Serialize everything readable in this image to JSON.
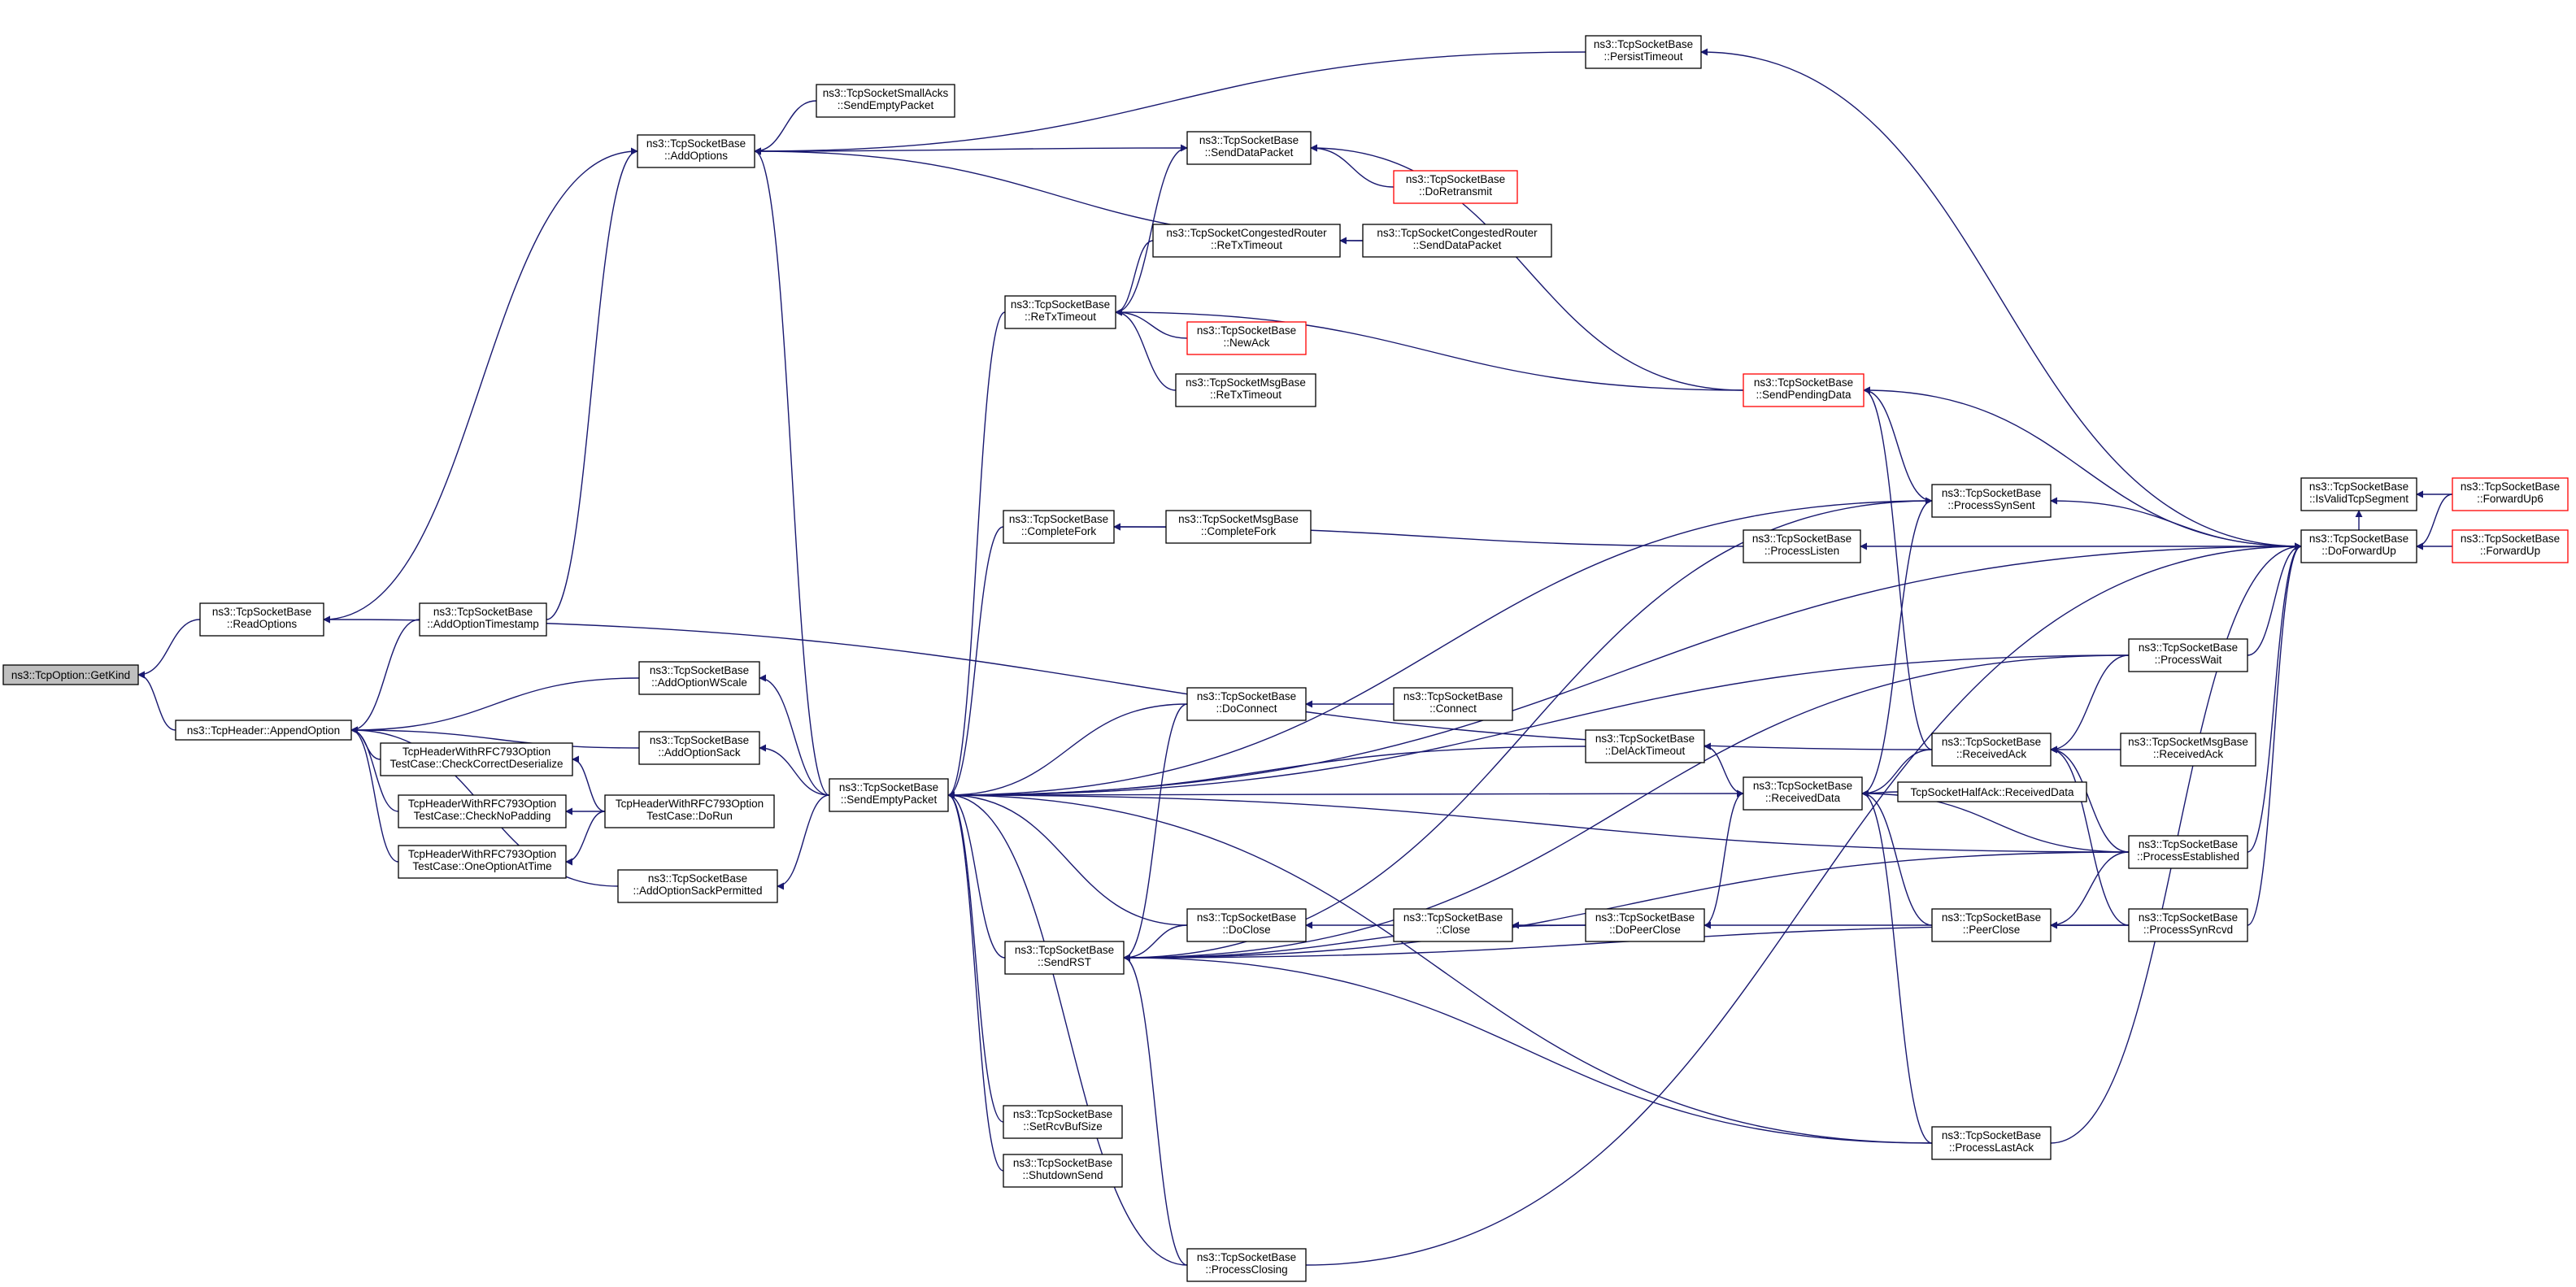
{
  "nodes": [
    {
      "id": "getkind",
      "lines": [
        "ns3::TcpOption::GetKind"
      ],
      "root": true
    },
    {
      "id": "readoptions",
      "lines": [
        "ns3::TcpSocketBase",
        "::ReadOptions"
      ]
    },
    {
      "id": "appendoption",
      "lines": [
        "ns3::TcpHeader::AppendOption"
      ]
    },
    {
      "id": "addoptions",
      "lines": [
        "ns3::TcpSocketBase",
        "::AddOptions"
      ]
    },
    {
      "id": "addopttimestamp",
      "lines": [
        "ns3::TcpSocketBase",
        "::AddOptionTimestamp"
      ]
    },
    {
      "id": "addoptwscale",
      "lines": [
        "ns3::TcpSocketBase",
        "::AddOptionWScale"
      ]
    },
    {
      "id": "addoptsack",
      "lines": [
        "ns3::TcpSocketBase",
        "::AddOptionSack"
      ]
    },
    {
      "id": "addoptsackperm",
      "lines": [
        "ns3::TcpSocketBase",
        "::AddOptionSackPermitted"
      ]
    },
    {
      "id": "checkcorrect",
      "lines": [
        "TcpHeaderWithRFC793Option",
        "TestCase::CheckCorrectDeserialize"
      ]
    },
    {
      "id": "checknopad",
      "lines": [
        "TcpHeaderWithRFC793Option",
        "TestCase::CheckNoPadding"
      ]
    },
    {
      "id": "oneoption",
      "lines": [
        "TcpHeaderWithRFC793Option",
        "TestCase::OneOptionAtTime"
      ]
    },
    {
      "id": "dorun",
      "lines": [
        "TcpHeaderWithRFC793Option",
        "TestCase::DoRun"
      ]
    },
    {
      "id": "smallacks",
      "lines": [
        "ns3::TcpSocketSmallAcks",
        "::SendEmptyPacket"
      ]
    },
    {
      "id": "sendemptypacket",
      "lines": [
        "ns3::TcpSocketBase",
        "::SendEmptyPacket"
      ]
    },
    {
      "id": "persisttimeout",
      "lines": [
        "ns3::TcpSocketBase",
        "::PersistTimeout"
      ]
    },
    {
      "id": "senddatapacket",
      "lines": [
        "ns3::TcpSocketBase",
        "::SendDataPacket"
      ]
    },
    {
      "id": "doretransmit",
      "lines": [
        "ns3::TcpSocketBase",
        "::DoRetransmit"
      ],
      "red": true
    },
    {
      "id": "congretx",
      "lines": [
        "ns3::TcpSocketCongestedRouter",
        "::ReTxTimeout"
      ]
    },
    {
      "id": "congsend",
      "lines": [
        "ns3::TcpSocketCongestedRouter",
        "::SendDataPacket"
      ]
    },
    {
      "id": "retxtimeout",
      "lines": [
        "ns3::TcpSocketBase",
        "::ReTxTimeout"
      ]
    },
    {
      "id": "newack",
      "lines": [
        "ns3::TcpSocketBase",
        "::NewAck"
      ],
      "red": true
    },
    {
      "id": "msgretx",
      "lines": [
        "ns3::TcpSocketMsgBase",
        "::ReTxTimeout"
      ]
    },
    {
      "id": "sendpending",
      "lines": [
        "ns3::TcpSocketBase",
        "::SendPendingData"
      ],
      "red": true
    },
    {
      "id": "completefork",
      "lines": [
        "ns3::TcpSocketBase",
        "::CompleteFork"
      ]
    },
    {
      "id": "msgcompletefork",
      "lines": [
        "ns3::TcpSocketMsgBase",
        "::CompleteFork"
      ]
    },
    {
      "id": "processsynsent",
      "lines": [
        "ns3::TcpSocketBase",
        "::ProcessSynSent"
      ]
    },
    {
      "id": "processlisten",
      "lines": [
        "ns3::TcpSocketBase",
        "::ProcessListen"
      ]
    },
    {
      "id": "isvalid",
      "lines": [
        "ns3::TcpSocketBase",
        "::IsValidTcpSegment"
      ]
    },
    {
      "id": "doforwardup",
      "lines": [
        "ns3::TcpSocketBase",
        "::DoForwardUp"
      ]
    },
    {
      "id": "forwardup6",
      "lines": [
        "ns3::TcpSocketBase",
        "::ForwardUp6"
      ],
      "red": true
    },
    {
      "id": "forwardup",
      "lines": [
        "ns3::TcpSocketBase",
        "::ForwardUp"
      ],
      "red": true
    },
    {
      "id": "processwait",
      "lines": [
        "ns3::TcpSocketBase",
        "::ProcessWait"
      ]
    },
    {
      "id": "doconnect",
      "lines": [
        "ns3::TcpSocketBase",
        "::DoConnect"
      ]
    },
    {
      "id": "connect",
      "lines": [
        "ns3::TcpSocketBase",
        "::Connect"
      ]
    },
    {
      "id": "delacktimeout",
      "lines": [
        "ns3::TcpSocketBase",
        "::DelAckTimeout"
      ]
    },
    {
      "id": "receivedack",
      "lines": [
        "ns3::TcpSocketBase",
        "::ReceivedAck"
      ]
    },
    {
      "id": "msgreceivedack",
      "lines": [
        "ns3::TcpSocketMsgBase",
        "::ReceivedAck"
      ]
    },
    {
      "id": "receiveddata",
      "lines": [
        "ns3::TcpSocketBase",
        "::ReceivedData"
      ]
    },
    {
      "id": "halfack",
      "lines": [
        "TcpSocketHalfAck::ReceivedData"
      ]
    },
    {
      "id": "processestablished",
      "lines": [
        "ns3::TcpSocketBase",
        "::ProcessEstablished"
      ]
    },
    {
      "id": "docl",
      "lines": [
        "ns3::TcpSocketBase",
        "::DoClose"
      ]
    },
    {
      "id": "close",
      "lines": [
        "ns3::TcpSocketBase",
        "::Close"
      ]
    },
    {
      "id": "dopeerclose",
      "lines": [
        "ns3::TcpSocketBase",
        "::DoPeerClose"
      ]
    },
    {
      "id": "peerclose",
      "lines": [
        "ns3::TcpSocketBase",
        "::PeerClose"
      ]
    },
    {
      "id": "processsynrcvd",
      "lines": [
        "ns3::TcpSocketBase",
        "::ProcessSynRcvd"
      ]
    },
    {
      "id": "sendrst",
      "lines": [
        "ns3::TcpSocketBase",
        "::SendRST"
      ]
    },
    {
      "id": "setrcvbuf",
      "lines": [
        "ns3::TcpSocketBase",
        "::SetRcvBufSize"
      ]
    },
    {
      "id": "shutdownsend",
      "lines": [
        "ns3::TcpSocketBase",
        "::ShutdownSend"
      ]
    },
    {
      "id": "processlastack",
      "lines": [
        "ns3::TcpSocketBase",
        "::ProcessLastAck"
      ]
    },
    {
      "id": "processclosing",
      "lines": [
        "ns3::TcpSocketBase",
        "::ProcessClosing"
      ]
    }
  ],
  "edges": [
    [
      "readoptions",
      "getkind"
    ],
    [
      "appendoption",
      "getkind"
    ],
    [
      "addoptions",
      "readoptions"
    ],
    [
      "addopttimestamp",
      "appendoption"
    ],
    [
      "addoptwscale",
      "appendoption"
    ],
    [
      "addoptsack",
      "appendoption"
    ],
    [
      "addoptsackperm",
      "appendoption"
    ],
    [
      "checkcorrect",
      "appendoption"
    ],
    [
      "checknopad",
      "appendoption"
    ],
    [
      "oneoption",
      "appendoption"
    ],
    [
      "addopttimestamp",
      "addoptions"
    ],
    [
      "sendemptypacket",
      "addoptions"
    ],
    [
      "smallacks",
      "addoptions"
    ],
    [
      "senddatapacket",
      "addoptions"
    ],
    [
      "persisttimeout",
      "addoptions"
    ],
    [
      "congsend",
      "addoptions"
    ],
    [
      "dorun",
      "checkcorrect"
    ],
    [
      "dorun",
      "checknopad"
    ],
    [
      "dorun",
      "oneoption"
    ],
    [
      "sendemptypacket",
      "addoptwscale"
    ],
    [
      "sendemptypacket",
      "addoptsack"
    ],
    [
      "sendemptypacket",
      "addoptsackperm"
    ],
    [
      "doretransmit",
      "senddatapacket"
    ],
    [
      "sendpending",
      "senddatapacket"
    ],
    [
      "retxtimeout",
      "senddatapacket"
    ],
    [
      "congsend",
      "congretx"
    ],
    [
      "congretx",
      "retxtimeout"
    ],
    [
      "newack",
      "retxtimeout"
    ],
    [
      "msgretx",
      "retxtimeout"
    ],
    [
      "sendpending",
      "retxtimeout"
    ],
    [
      "processsynsent",
      "sendpending"
    ],
    [
      "doforwardup",
      "sendpending"
    ],
    [
      "receivedack",
      "sendpending"
    ],
    [
      "doforwardup",
      "persisttimeout"
    ],
    [
      "processlisten",
      "completefork"
    ],
    [
      "msgcompletefork",
      "completefork"
    ],
    [
      "doforwardup",
      "processsynsent"
    ],
    [
      "doforwardup",
      "processlisten"
    ],
    [
      "doforwardup",
      "isvalid"
    ],
    [
      "forwardup6",
      "isvalid"
    ],
    [
      "forwardup6",
      "doforwardup"
    ],
    [
      "forwardup",
      "doforwardup"
    ],
    [
      "processwait",
      "doforwardup"
    ],
    [
      "processestablished",
      "doforwardup"
    ],
    [
      "processsynrcvd",
      "doforwardup"
    ],
    [
      "processlastack",
      "doforwardup"
    ],
    [
      "processclosing",
      "doforwardup"
    ],
    [
      "retxtimeout",
      "sendemptypacket"
    ],
    [
      "completefork",
      "sendemptypacket"
    ],
    [
      "processsynsent",
      "sendemptypacket"
    ],
    [
      "processwait",
      "sendemptypacket"
    ],
    [
      "doconnect",
      "sendemptypacket"
    ],
    [
      "delacktimeout",
      "sendemptypacket"
    ],
    [
      "receiveddata",
      "sendemptypacket"
    ],
    [
      "processestablished",
      "sendemptypacket"
    ],
    [
      "docl",
      "sendemptypacket"
    ],
    [
      "sendrst",
      "sendemptypacket"
    ],
    [
      "setrcvbuf",
      "sendemptypacket"
    ],
    [
      "shutdownsend",
      "sendemptypacket"
    ],
    [
      "processlastack",
      "sendemptypacket"
    ],
    [
      "processclosing",
      "sendemptypacket"
    ],
    [
      "doforwardup",
      "sendemptypacket"
    ],
    [
      "connect",
      "doconnect"
    ],
    [
      "receivedack",
      "readoptions"
    ],
    [
      "receiveddata",
      "delacktimeout"
    ],
    [
      "receivedack",
      "receiveddata"
    ],
    [
      "halfack",
      "receiveddata"
    ],
    [
      "processestablished",
      "receiveddata"
    ],
    [
      "peerclose",
      "receiveddata"
    ],
    [
      "processlastack",
      "receiveddata"
    ],
    [
      "processwait",
      "receivedack"
    ],
    [
      "msgreceivedack",
      "receivedack"
    ],
    [
      "processestablished",
      "receivedack"
    ],
    [
      "processsynrcvd",
      "receivedack"
    ],
    [
      "close",
      "docl"
    ],
    [
      "dopeerclose",
      "close"
    ],
    [
      "peerclose",
      "dopeerclose"
    ],
    [
      "dopeerclose",
      "receiveddata"
    ],
    [
      "processestablished",
      "peerclose"
    ],
    [
      "processsynrcvd",
      "peerclose"
    ],
    [
      "doconnect",
      "sendrst"
    ],
    [
      "docl",
      "sendrst"
    ],
    [
      "processsynsent",
      "sendrst"
    ],
    [
      "dopeerclose",
      "sendrst"
    ],
    [
      "processestablished",
      "sendrst"
    ],
    [
      "processlastack",
      "sendrst"
    ],
    [
      "processsynrcvd",
      "sendrst"
    ],
    [
      "processclosing",
      "sendrst"
    ],
    [
      "processwait",
      "sendrst"
    ],
    [
      "receiveddata",
      "processsynsent"
    ]
  ]
}
